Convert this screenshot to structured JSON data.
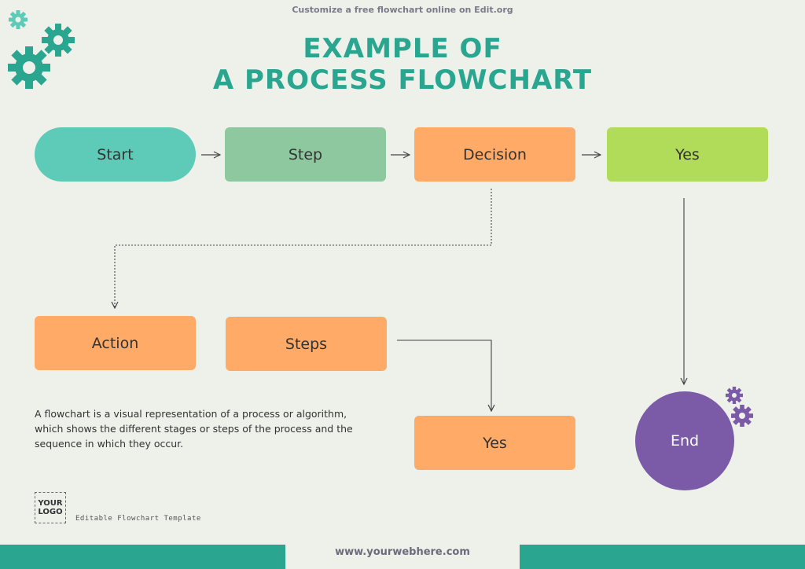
{
  "header": {
    "note": "Customize a free flowchart online on Edit.org",
    "title_line1": "EXAMPLE OF",
    "title_line2": "A PROCESS FLOWCHART"
  },
  "nodes": {
    "start": "Start",
    "step": "Step",
    "decision": "Decision",
    "yes_top": "Yes",
    "action": "Action",
    "steps": "Steps",
    "yes_bottom": "Yes",
    "end": "End"
  },
  "description": "A flowchart is a visual representation of a process or algorithm, which shows the different stages or steps of the process and the sequence in which they occur.",
  "logo": {
    "line1": "YOUR",
    "line2": "LOGO"
  },
  "template_label": "Editable Flowchart Template",
  "footer": {
    "url": "www.yourwebhere.com"
  },
  "colors": {
    "teal": "#5ecbb9",
    "green": "#8ec89e",
    "orange": "#ffaa66",
    "lime": "#b0dc5a",
    "purple": "#7b5aa8",
    "accent": "#2aa58f"
  },
  "icons": [
    "gear-icon"
  ]
}
